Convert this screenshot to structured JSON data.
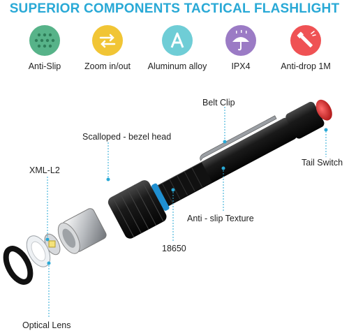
{
  "title": "SUPERIOR COMPONENTS TACTICAL FLASHLIGHT",
  "colors": {
    "title": "#29a9d6",
    "accent_blue": "#1f8fd1",
    "anti_slip": "#57b389",
    "zoom": "#f1c535",
    "aluminum": "#6fcdd6",
    "ipx4": "#9b7bc5",
    "anti_drop": "#ef5254"
  },
  "features": [
    {
      "label": "Anti-Slip",
      "icon": "grip-texture-icon"
    },
    {
      "label": "Zoom in/out",
      "icon": "zoom-arrows-icon"
    },
    {
      "label": "Aluminum alloy",
      "icon": "aluminum-letter-a-icon"
    },
    {
      "label": "IPX4",
      "icon": "umbrella-rain-icon"
    },
    {
      "label": "Anti-drop 1M",
      "icon": "flashlight-drop-icon"
    }
  ],
  "callouts": {
    "belt_clip": "Belt Clip",
    "bezel_head": "Scalloped - bezel head",
    "tail_switch": "Tail Switch",
    "led": "XML-L2",
    "texture": "Anti - slip Texture",
    "battery": "18650",
    "lens": "Optical Lens"
  }
}
